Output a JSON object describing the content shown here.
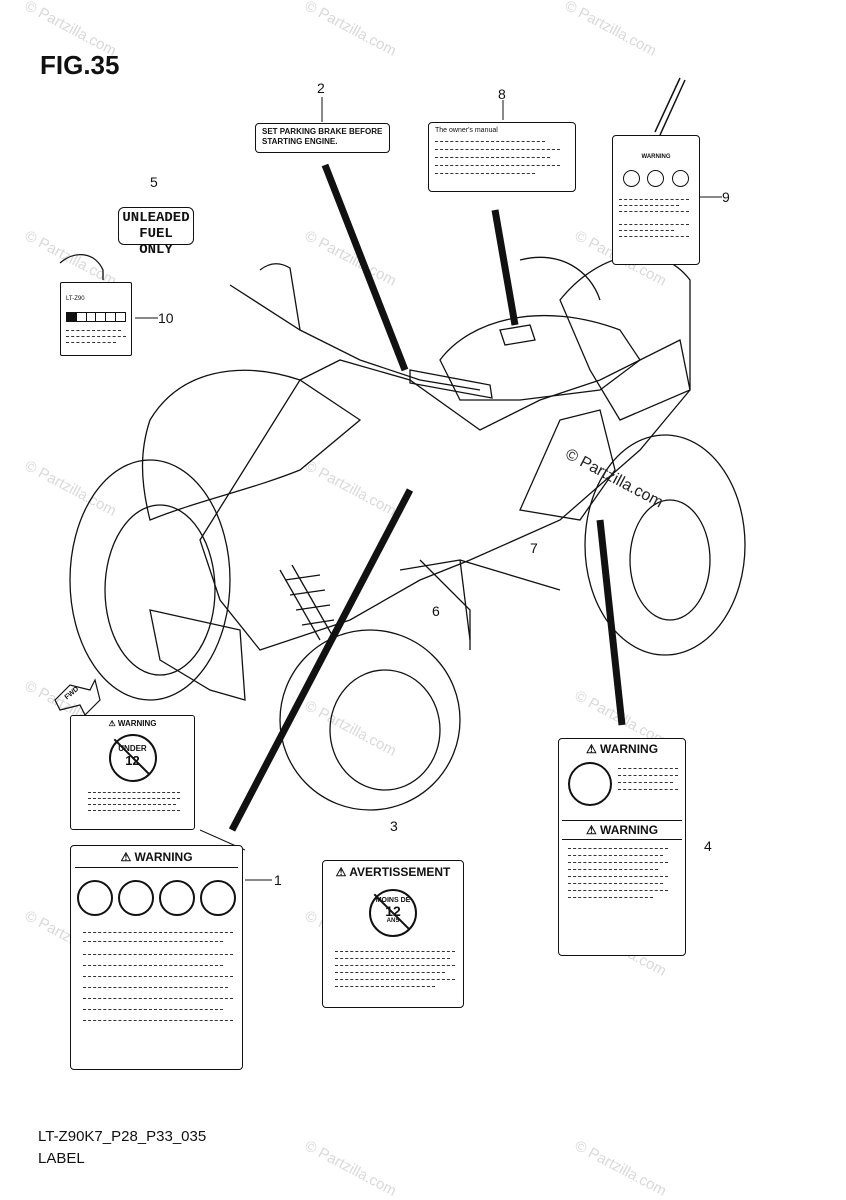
{
  "figure": {
    "title": "FIG.35"
  },
  "callouts": [
    "1",
    "2",
    "3",
    "4",
    "5",
    "6",
    "7",
    "8",
    "9",
    "10"
  ],
  "labels": {
    "parking": {
      "line1": "SET PARKING BRAKE BEFORE",
      "line2": "STARTING ENGINE."
    },
    "manual": {
      "title": "The owner's manual"
    },
    "fuel": {
      "line1": "UNLEADED",
      "line2": "FUEL ONLY"
    },
    "tag10": {
      "title": "LT-Z90"
    },
    "tag9": {
      "title": "WARNING"
    },
    "warning_under12": {
      "head": "WARNING",
      "circle1": "UNDER",
      "circle2": "12"
    },
    "warning_main": {
      "head": "WARNING"
    },
    "avertissement": {
      "head": "AVERTISSEMENT",
      "circle1": "MOINS DE",
      "circle2": "12",
      "circle3": "ANS"
    },
    "warning_4a": {
      "head": "WARNING"
    },
    "warning_4b": {
      "head": "WARNING"
    }
  },
  "watermarks": {
    "center": "© Partzilla.com",
    "repeat": "© Partzilla.com"
  },
  "footer": {
    "code": "LT-Z90K7_P28_P33_035",
    "caption": "LABEL"
  },
  "fwd_arrow": "FWD"
}
